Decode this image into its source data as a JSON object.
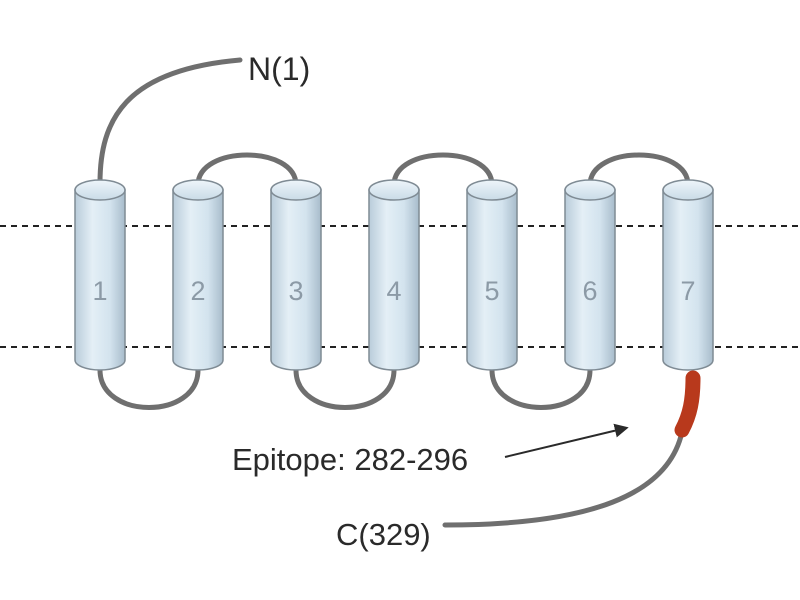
{
  "terminals": {
    "n_label": "N(1)",
    "c_label": "C(329)"
  },
  "epitope": {
    "label": "Epitope: 282-296",
    "color": "#b8391c"
  },
  "helices": [
    {
      "label": "1"
    },
    {
      "label": "2"
    },
    {
      "label": "3"
    },
    {
      "label": "4"
    },
    {
      "label": "5"
    },
    {
      "label": "6"
    },
    {
      "label": "7"
    }
  ],
  "colors": {
    "helix_fill": "#dbe9f2",
    "helix_stroke": "#7f8b94",
    "loop": "#6f6f6f",
    "membrane_line": "#222222"
  }
}
